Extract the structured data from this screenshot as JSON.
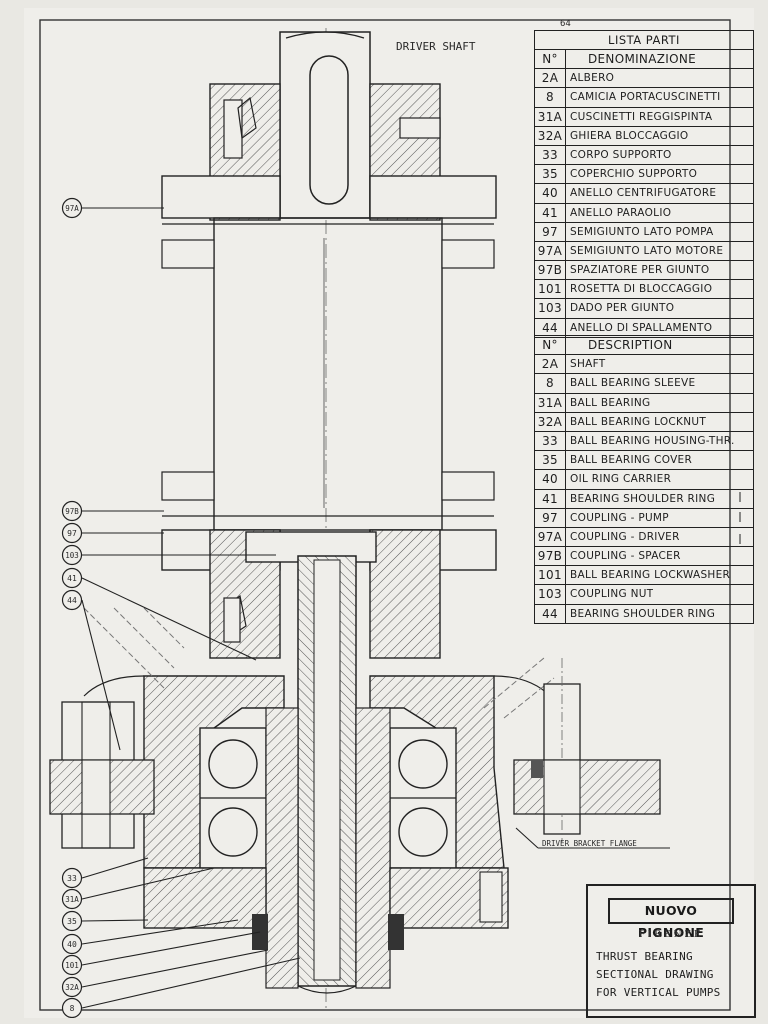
{
  "drawing": {
    "driver_shaft_label": "DRIVER SHAFT",
    "flange_label": "DRIVER BRACKET FLANGE",
    "top_mark": "64"
  },
  "parts_it": {
    "title": "LISTA PARTI",
    "col_num": "N°",
    "col_name": "DENOMINAZIONE",
    "rows": [
      {
        "num": "2A",
        "name": "ALBERO"
      },
      {
        "num": "8",
        "name": "CAMICIA PORTACUSCINETTI"
      },
      {
        "num": "31A",
        "name": "CUSCINETTI REGGISPINTA"
      },
      {
        "num": "32A",
        "name": "GHIERA BLOCCAGGIO"
      },
      {
        "num": "33",
        "name": "CORPO SUPPORTO"
      },
      {
        "num": "35",
        "name": "COPERCHIO SUPPORTO"
      },
      {
        "num": "40",
        "name": "ANELLO CENTRIFUGATORE"
      },
      {
        "num": "41",
        "name": "ANELLO PARAOLIO"
      },
      {
        "num": "97",
        "name": "SEMIGIUNTO LATO POMPA"
      },
      {
        "num": "97A",
        "name": "SEMIGIUNTO LATO MOTORE"
      },
      {
        "num": "97B",
        "name": "SPAZIATORE PER GIUNTO"
      },
      {
        "num": "101",
        "name": "ROSETTA DI BLOCCAGGIO"
      },
      {
        "num": "103",
        "name": "DADO PER GIUNTO"
      },
      {
        "num": "44",
        "name": "ANELLO DI SPALLAMENTO"
      }
    ]
  },
  "parts_en": {
    "col_num": "N°",
    "col_name": "DESCRIPTION",
    "rows": [
      {
        "num": "2A",
        "name": "SHAFT"
      },
      {
        "num": "8",
        "name": "BALL BEARING SLEEVE"
      },
      {
        "num": "31A",
        "name": "BALL BEARING"
      },
      {
        "num": "32A",
        "name": "BALL BEARING LOCKNUT"
      },
      {
        "num": "33",
        "name": "BALL BEARING HOUSING-THR."
      },
      {
        "num": "35",
        "name": "BALL BEARING COVER"
      },
      {
        "num": "40",
        "name": "OIL RING CARRIER"
      },
      {
        "num": "41",
        "name": "BEARING SHOULDER RING"
      },
      {
        "num": "97",
        "name": "COUPLING - PUMP"
      },
      {
        "num": "97A",
        "name": "COUPLING - DRIVER"
      },
      {
        "num": "97B",
        "name": "COUPLING - SPACER"
      },
      {
        "num": "101",
        "name": "BALL BEARING LOCKWASHER"
      },
      {
        "num": "103",
        "name": "COUPLING NUT"
      },
      {
        "num": "44",
        "name": "BEARING SHOULDER RING"
      }
    ]
  },
  "balloons": [
    "97A",
    "97B",
    "97",
    "103",
    "41",
    "44",
    "33",
    "31A",
    "35",
    "40",
    "101",
    "32A",
    "8"
  ],
  "title_block": {
    "company": "NUOVO PIGNONE",
    "city": "FIRENZE",
    "line1": "THRUST BEARING",
    "line2": "SECTIONAL DRAWING",
    "line3": "FOR VERTICAL PUMPS"
  }
}
